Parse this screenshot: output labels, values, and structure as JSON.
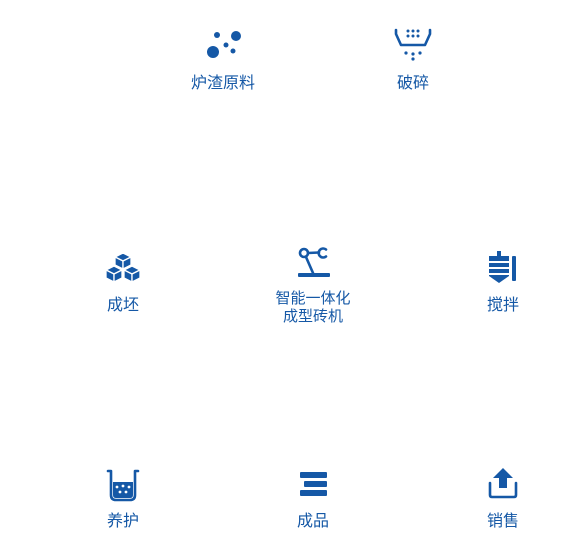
{
  "colors": {
    "primary": "#1558a6",
    "background": "#ffffff"
  },
  "steps": [
    {
      "icon": "particles-icon",
      "label_lines": [
        "炉渣原料"
      ]
    },
    {
      "icon": "crusher-icon",
      "label_lines": [
        "破碎"
      ]
    },
    {
      "icon": "cubes-icon",
      "label_lines": [
        "成坯"
      ]
    },
    {
      "icon": "robot-arm-icon",
      "label_lines": [
        "智能一体化",
        "成型砖机"
      ]
    },
    {
      "icon": "mixer-icon",
      "label_lines": [
        "搅拌"
      ]
    },
    {
      "icon": "curing-tank-icon",
      "label_lines": [
        "养护"
      ]
    },
    {
      "icon": "stacked-bars-icon",
      "label_lines": [
        "成品"
      ]
    },
    {
      "icon": "upload-box-icon",
      "label_lines": [
        "销售"
      ]
    }
  ]
}
